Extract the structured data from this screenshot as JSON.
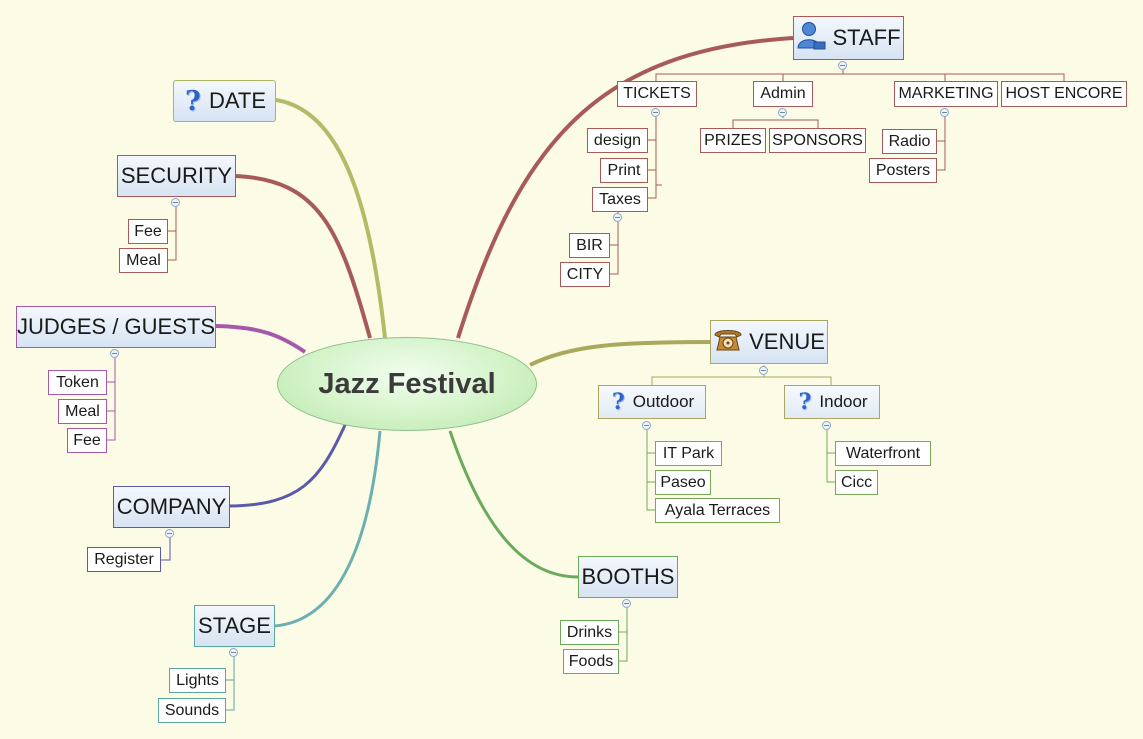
{
  "central": {
    "label": "Jazz Festival"
  },
  "topics": {
    "date": {
      "label": "DATE",
      "icon": "question-icon"
    },
    "security": {
      "label": "SECURITY",
      "children": [
        "Fee",
        "Meal"
      ]
    },
    "judges": {
      "label": "JUDGES / GUESTS",
      "children": [
        "Token",
        "Meal",
        "Fee"
      ]
    },
    "company": {
      "label": "COMPANY",
      "children": [
        "Register"
      ]
    },
    "stage": {
      "label": "STAGE",
      "children": [
        "Lights",
        "Sounds"
      ]
    },
    "booths": {
      "label": "BOOTHS",
      "children": [
        "Drinks",
        "Foods"
      ]
    },
    "staff": {
      "label": "STAFF",
      "icon": "person-icon",
      "tickets": {
        "label": "TICKETS",
        "children": [
          "design",
          "Print",
          "Taxes"
        ],
        "taxes_children": [
          "BIR",
          "CITY"
        ]
      },
      "admin": {
        "label": "Admin",
        "children": [
          "PRIZES",
          "SPONSORS"
        ]
      },
      "marketing": {
        "label": "MARKETING",
        "children": [
          "Radio",
          "Posters"
        ]
      },
      "host": {
        "label": "HOST ENCORE"
      }
    },
    "venue": {
      "label": "VENUE",
      "icon": "telephone-icon",
      "outdoor": {
        "label": "Outdoor",
        "icon": "question-icon",
        "children": [
          "IT Park",
          "Paseo",
          "Ayala Terraces"
        ]
      },
      "indoor": {
        "label": "Indoor",
        "icon": "question-icon",
        "children": [
          "Waterfront",
          "Cicc"
        ]
      }
    }
  },
  "colors": {
    "date": "#a9b65c",
    "security": "#a85a58",
    "judges": "#a45aa8",
    "company": "#5a5aa8",
    "stage": "#5aa8a0",
    "booths": "#6aaa5a",
    "staff": "#a85a58",
    "venue": "#a9a85c"
  }
}
